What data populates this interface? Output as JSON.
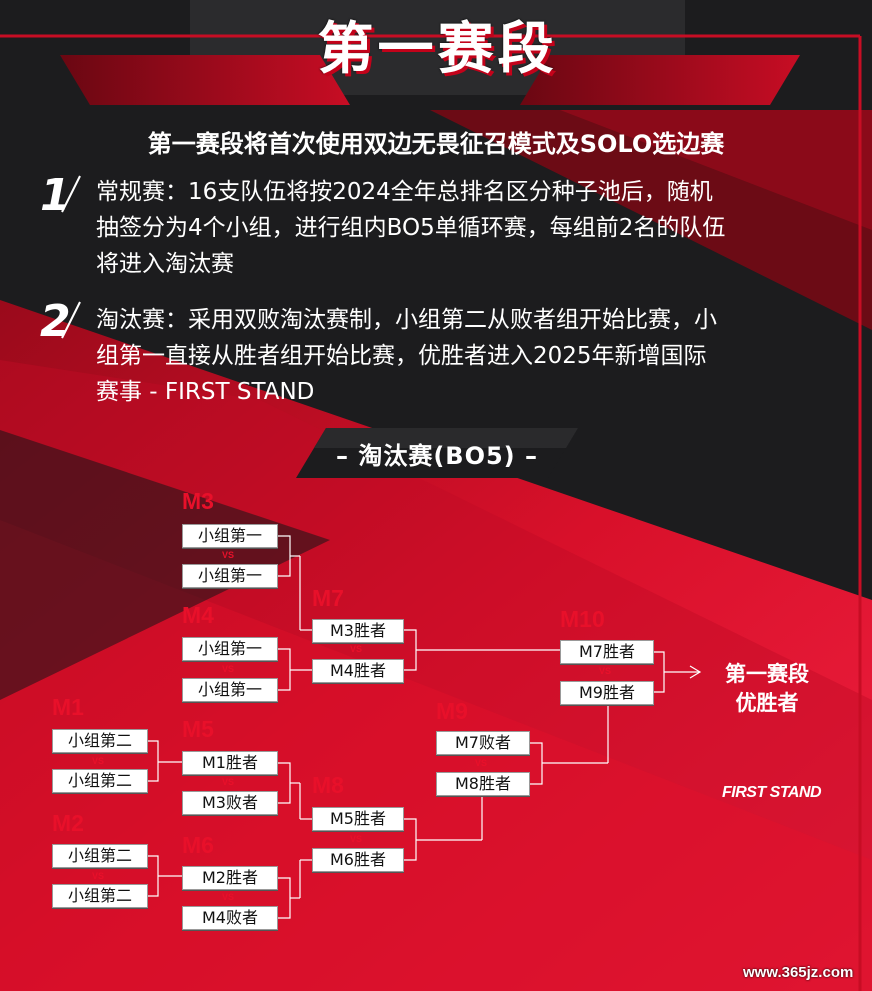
{
  "header": {
    "title": "第一赛段",
    "subtitle": "第一赛段将首次使用双边无畏征召模式及SOLO选边赛"
  },
  "rules": [
    {
      "numeral": "1",
      "lines": [
        "常规赛：16支队伍将按2024全年总排名区分种子池后，随机",
        "抽签分为4个小组，进行组内BO5单循环赛，每组前2名的队伍",
        "将进入淘汰赛"
      ]
    },
    {
      "numeral": "2",
      "lines": [
        "淘汰赛：采用双败淘汰赛制，小组第二从败者组开始比赛，小",
        "组第一直接从胜者组开始比赛，优胜者进入2025年新增国际",
        "赛事 - FIRST STAND"
      ]
    }
  ],
  "section": {
    "label": "– 淘汰赛(BO5) –"
  },
  "vs_label": "VS",
  "matches": {
    "M1": {
      "label": "M1",
      "teams": [
        "小组第二",
        "小组第二"
      ]
    },
    "M2": {
      "label": "M2",
      "teams": [
        "小组第二",
        "小组第二"
      ]
    },
    "M3": {
      "label": "M3",
      "teams": [
        "小组第一",
        "小组第一"
      ]
    },
    "M4": {
      "label": "M4",
      "teams": [
        "小组第一",
        "小组第一"
      ]
    },
    "M5": {
      "label": "M5",
      "teams": [
        "M1胜者",
        "M3败者"
      ]
    },
    "M6": {
      "label": "M6",
      "teams": [
        "M2胜者",
        "M4败者"
      ]
    },
    "M7": {
      "label": "M7",
      "teams": [
        "M3胜者",
        "M4胜者"
      ]
    },
    "M8": {
      "label": "M8",
      "teams": [
        "M5胜者",
        "M6胜者"
      ]
    },
    "M9": {
      "label": "M9",
      "teams": [
        "M7败者",
        "M8胜者"
      ]
    },
    "M10": {
      "label": "M10",
      "teams": [
        "M7胜者",
        "M9胜者"
      ]
    }
  },
  "final": {
    "line1": "第一赛段",
    "line2": "优胜者"
  },
  "brand": {
    "logo_text": "FIRST STAND"
  },
  "watermark": "www.365jz.com",
  "colors": {
    "accent_red": "#e8102a",
    "dark_bg": "#1c1c1e",
    "header_bg": "#2b2b2d"
  }
}
